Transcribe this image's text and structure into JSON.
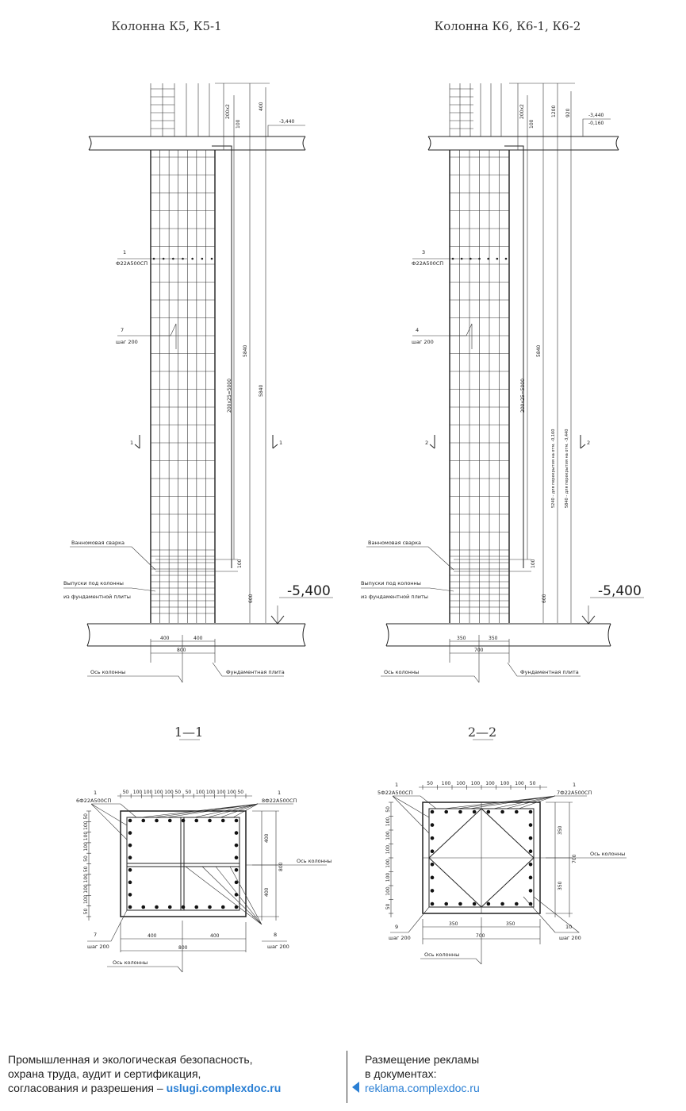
{
  "titles": {
    "left": "Колонна К5, К5-1",
    "right": "Колонна К6, К6-1, К6-2"
  },
  "left_column": {
    "top_dims": {
      "a": "200х2",
      "b": "100",
      "c": "400"
    },
    "slab_level": "-3,440",
    "rebar_note": {
      "mark": "1",
      "bars": "Ф22А500СП"
    },
    "stirrup_note": {
      "mark": "7",
      "step": "шаг 200"
    },
    "height_dims": {
      "main": "200х25=5000",
      "full": "5840",
      "total": "5840"
    },
    "section_mark": "1",
    "weld_label": "Ванномовая сварка",
    "release_label_1": "Выпуски под колонны",
    "release_label_2": "из фундаментной плиты",
    "weld_dim": "100",
    "base_dim": "600",
    "base_level": "-5,400",
    "width_dims": {
      "half_left": "400",
      "half_right": "400",
      "total": "800"
    },
    "axis_label": "Ось колонны",
    "plate_label": "Фундаментная плита"
  },
  "right_column": {
    "top_dims": {
      "a": "200х2",
      "b": "100",
      "c": "1200",
      "d": "920"
    },
    "slab_level_1": "-3,440",
    "slab_level_2": "-0,160",
    "rebar_note": {
      "mark": "3",
      "bars": "Ф22А500СП"
    },
    "stirrup_note": {
      "mark": "4",
      "step": "шаг 200"
    },
    "height_dims": {
      "main": "200х25=5000",
      "full": "5840",
      "k61": "5240 - для перекрытия на отм. -0,160",
      "k62": "5840 - для перекрытия на отм. -3,440"
    },
    "section_mark": "2",
    "weld_label": "Ванномовая сварка",
    "release_label_1": "Выпуски под колонны",
    "release_label_2": "из фундаментной плиты",
    "weld_dim": "100",
    "base_dim": "600",
    "base_level": "-5,400",
    "width_dims": {
      "half_left": "350",
      "half_right": "350",
      "total": "700"
    },
    "axis_label": "Ось колонны",
    "plate_label": "Фундаментная плита"
  },
  "section_1": {
    "label": "1—1",
    "top_dims": [
      "50",
      "100",
      "100",
      "100",
      "100",
      "50",
      "50",
      "100",
      "100",
      "100",
      "100",
      "50"
    ],
    "left_dims": [
      "50",
      "100",
      "100",
      "100",
      "50",
      "50",
      "100",
      "100",
      "100",
      "50"
    ],
    "rebar_left": {
      "mark": "1",
      "bars": "6Ф22А500СП"
    },
    "rebar_right": {
      "mark": "1",
      "bars": "8Ф22А500СП"
    },
    "right_dims": {
      "upper": "400",
      "total": "800",
      "lower": "400"
    },
    "axis_label_h": "Ось колонны",
    "axis_label_v": "Ось колонны",
    "bottom_dims": {
      "left": "400",
      "right": "400",
      "total": "800"
    },
    "stirrup_left": {
      "mark": "7",
      "step": "шаг 200"
    },
    "stirrup_right": {
      "mark": "8",
      "step": "шаг 200"
    }
  },
  "section_2": {
    "label": "2—2",
    "top_dims": [
      "50",
      "100",
      "100",
      "100",
      "100",
      "100",
      "100",
      "50"
    ],
    "left_dims": [
      "50",
      "100",
      "100",
      "100",
      "100",
      "100",
      "100",
      "50"
    ],
    "rebar_left": {
      "mark": "1",
      "bars": "5Ф22А500СП"
    },
    "rebar_right": {
      "mark": "1",
      "bars": "7Ф22А500СП"
    },
    "right_dims": {
      "upper": "350",
      "total": "700",
      "lower": "350"
    },
    "axis_label_h": "Ось колонны",
    "axis_label_v": "Ось колонны",
    "bottom_dims": {
      "left": "350",
      "right": "350",
      "total": "700"
    },
    "stirrup_left": {
      "mark": "9",
      "step": "шаг 200"
    },
    "stirrup_right": {
      "mark": "10",
      "step": "шаг 200"
    }
  },
  "footer": {
    "left_line1": "Промышленная и экологическая безопасность,",
    "left_line2": "охрана труда, аудит и сертификация,",
    "left_line3": "согласования и разрешения – ",
    "left_link": "uslugi.complexdoc.ru",
    "right_line1": "Размещение рекламы",
    "right_line2": "в документах:",
    "right_link": "reklama.complexdoc.ru"
  },
  "colors": {
    "link": "#2a7fd4",
    "ink": "#222222"
  }
}
